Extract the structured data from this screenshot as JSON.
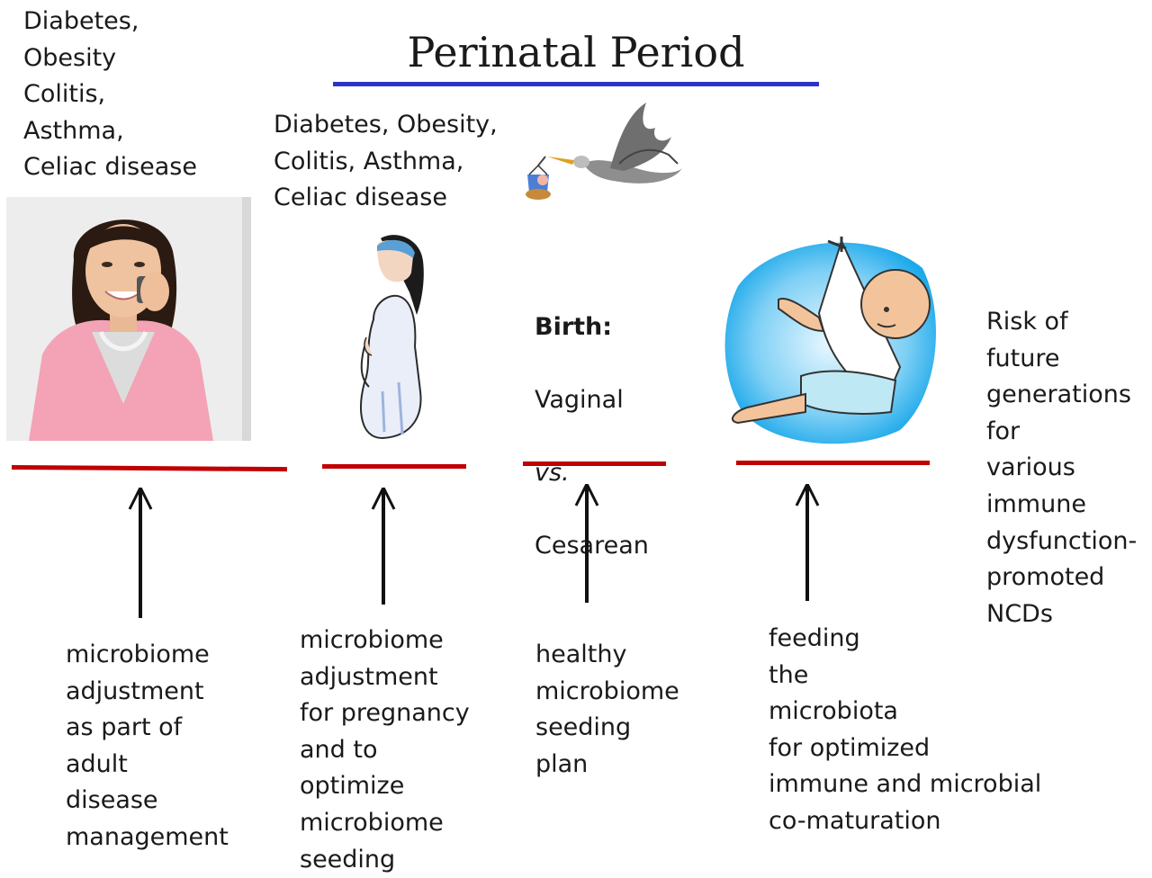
{
  "title": "Perinatal Period",
  "colors": {
    "title_rule": "#2a35c8",
    "timeline": "#c00000",
    "arrow": "#111111"
  },
  "top_left_list": "Diabetes,\nObesity\nColitis,\nAsthma,\nCeliac disease",
  "pregnancy_diseases": "Diabetes, Obesity,\nColitis, Asthma,\nCeliac disease",
  "birth": {
    "heading": "Birth:",
    "option_a": "Vaginal",
    "vs": "vs.",
    "option_b": "Cesarean"
  },
  "right_note": "Risk of\nfuture\ngenerations\nfor\nvarious\nimmune\ndysfunction-\npromoted\nNCDs",
  "stages": [
    {
      "caption": "microbiome\nadjustment\nas part of\nadult\ndisease\nmanagement",
      "image": "woman-on-phone-photo"
    },
    {
      "caption": "microbiome\nadjustment\nfor pregnancy\nand to\noptimize\nmicrobiome\nseeding",
      "image": "pregnant-woman-illustration"
    },
    {
      "caption": "healthy\nmicrobiome\nseeding\nplan",
      "image": "stork-illustration"
    },
    {
      "caption": "feeding\nthe\nmicrobiota\nfor optimized\nimmune and microbial\nco-maturation",
      "image": "baby-in-sling-illustration"
    }
  ]
}
